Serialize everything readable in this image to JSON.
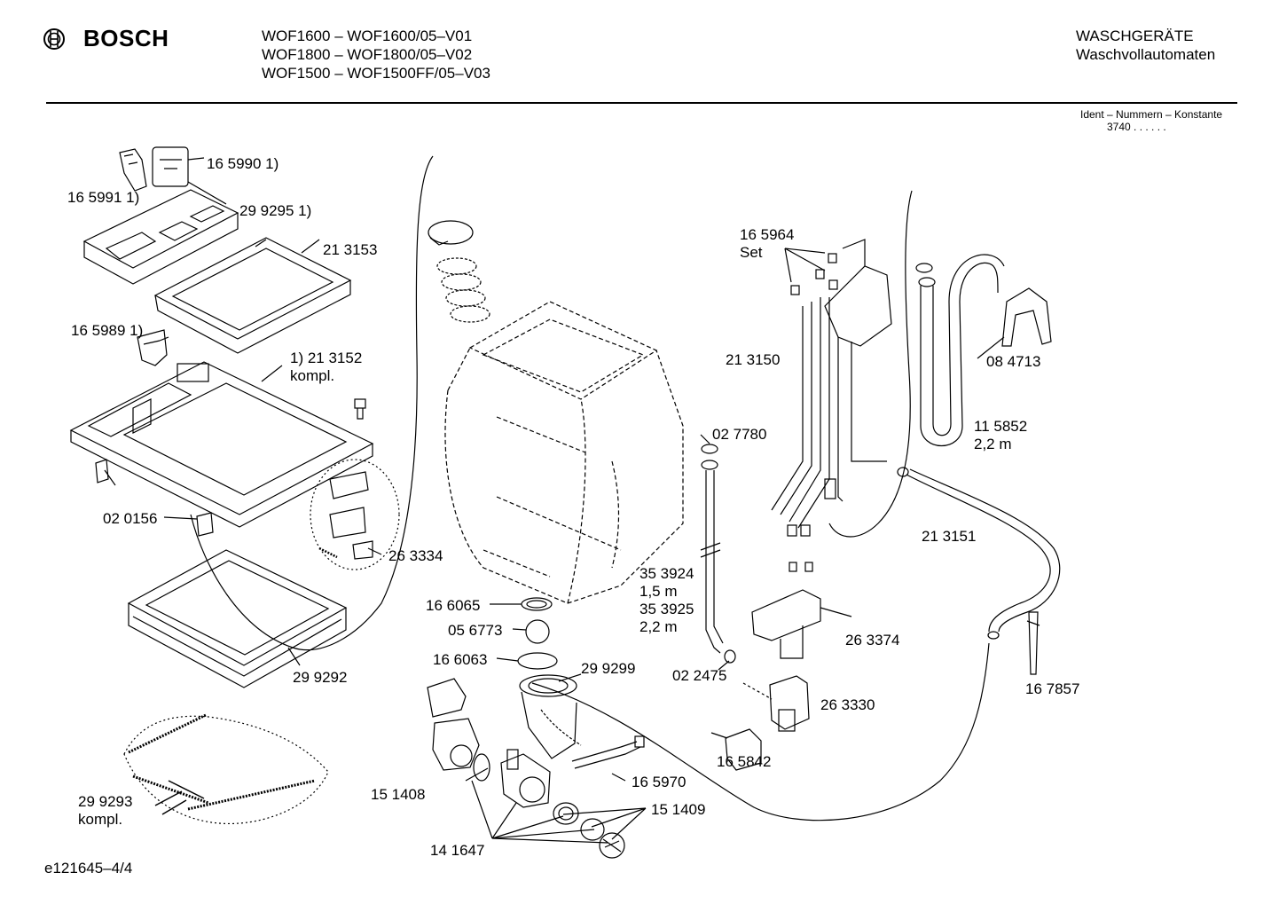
{
  "header": {
    "brand": "BOSCH",
    "models": [
      "WOF1600 – WOF1600/05–V01",
      "WOF1800 – WOF1800/05–V02",
      "WOF1500 – WOF1500FF/05–V03"
    ],
    "category": "WASCHGERÄTE",
    "subcategory": "Waschvollautomaten",
    "ident_label": "Ident – Nummern – Konstante",
    "ident_value": "3740  . .    . . . ."
  },
  "parts": [
    {
      "id": "p1",
      "lines": [
        "16 5990 1)"
      ]
    },
    {
      "id": "p2",
      "lines": [
        "16 5991 1)"
      ]
    },
    {
      "id": "p3",
      "lines": [
        "29 9295 1)"
      ]
    },
    {
      "id": "p4",
      "lines": [
        "21 3153"
      ]
    },
    {
      "id": "p5",
      "lines": [
        "16 5989 1)"
      ]
    },
    {
      "id": "p6",
      "lines": [
        "1) 21 3152",
        "kompl."
      ]
    },
    {
      "id": "p7",
      "lines": [
        "02 0156"
      ]
    },
    {
      "id": "p8",
      "lines": [
        "26 3334"
      ]
    },
    {
      "id": "p9",
      "lines": [
        "29 9292"
      ]
    },
    {
      "id": "p10",
      "lines": [
        "29 9293",
        "kompl."
      ]
    },
    {
      "id": "p11",
      "lines": [
        "16 6065"
      ]
    },
    {
      "id": "p12",
      "lines": [
        "05 6773"
      ]
    },
    {
      "id": "p13",
      "lines": [
        "16 6063"
      ]
    },
    {
      "id": "p14",
      "lines": [
        "29 9299"
      ]
    },
    {
      "id": "p15",
      "lines": [
        "15 1408"
      ]
    },
    {
      "id": "p16",
      "lines": [
        "14 1647"
      ]
    },
    {
      "id": "p17",
      "lines": [
        "15 1409"
      ]
    },
    {
      "id": "p18",
      "lines": [
        "16 5970"
      ]
    },
    {
      "id": "p19",
      "lines": [
        "35 3924",
        "1,5 m",
        "35 3925",
        "2,2 m"
      ]
    },
    {
      "id": "p20",
      "lines": [
        "02 7780"
      ]
    },
    {
      "id": "p21",
      "lines": [
        "02 2475"
      ]
    },
    {
      "id": "p22",
      "lines": [
        "16 5842"
      ]
    },
    {
      "id": "p23",
      "lines": [
        "26 3330"
      ]
    },
    {
      "id": "p24",
      "lines": [
        "26 3374"
      ]
    },
    {
      "id": "p25",
      "lines": [
        "16 5964",
        "Set"
      ]
    },
    {
      "id": "p26",
      "lines": [
        "21 3150"
      ]
    },
    {
      "id": "p27",
      "lines": [
        "08 4713"
      ]
    },
    {
      "id": "p28",
      "lines": [
        "11 5852",
        "2,2 m"
      ]
    },
    {
      "id": "p29",
      "lines": [
        "21 3151"
      ]
    },
    {
      "id": "p30",
      "lines": [
        "16 7857"
      ]
    }
  ],
  "footer": {
    "code": "e121645–4/4"
  }
}
